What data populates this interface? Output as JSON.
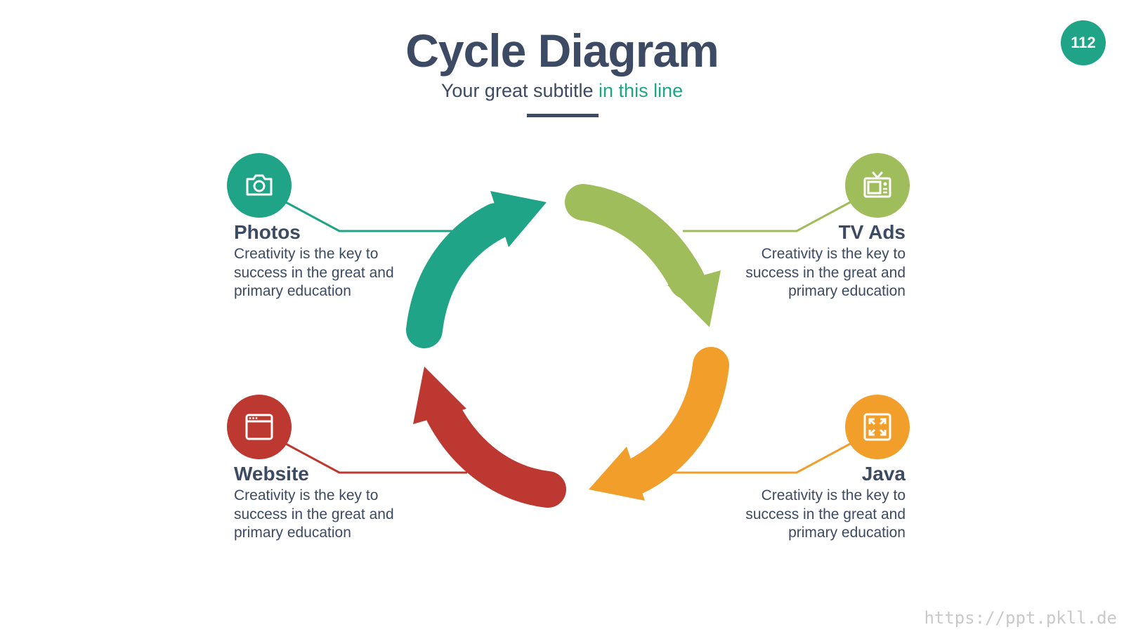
{
  "header": {
    "title": "Cycle Diagram",
    "subtitle_main": "Your great subtitle ",
    "subtitle_accent": "in this line",
    "page_number": "112"
  },
  "colors": {
    "teal": "#1fa487",
    "green": "#9fbd5a",
    "orange": "#f19e2b",
    "red": "#bd3830",
    "text": "#3d4a63"
  },
  "items": [
    {
      "title": "Photos",
      "description": "Creativity is the key to success in the great and primary education",
      "icon": "camera-icon",
      "color": "#1fa487"
    },
    {
      "title": "TV Ads",
      "description": "Creativity is the key to success in the great and primary education",
      "icon": "tv-icon",
      "color": "#9fbd5a"
    },
    {
      "title": "Website",
      "description": "Creativity is the key to success in the great and primary education",
      "icon": "browser-window-icon",
      "color": "#bd3830"
    },
    {
      "title": "Java",
      "description": "Creativity is the key to success in the great and primary education",
      "icon": "expand-icon",
      "color": "#f19e2b"
    }
  ],
  "watermark": "https://ppt.pkll.de"
}
